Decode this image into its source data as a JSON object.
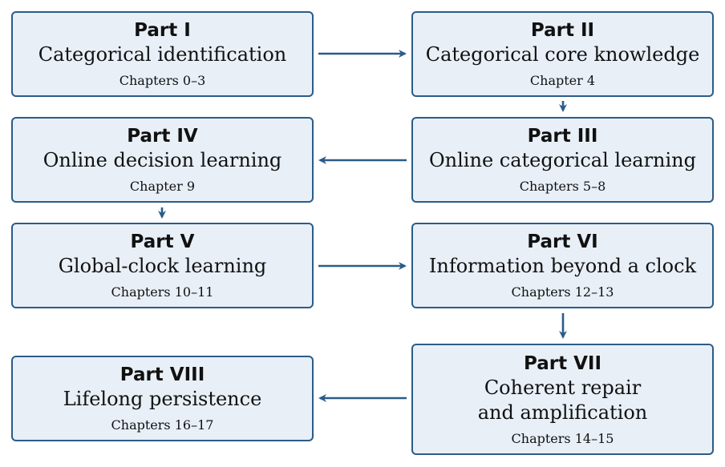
{
  "colors": {
    "box_fill": "#e8eff7",
    "box_border": "#2b5c87",
    "arrow": "#2b5c87"
  },
  "parts": [
    {
      "title": "Part I",
      "desc_lines": [
        "Categorical identification"
      ],
      "chapters": "Chapters 0–3"
    },
    {
      "title": "Part II",
      "desc_lines": [
        "Categorical core knowledge"
      ],
      "chapters": "Chapter 4"
    },
    {
      "title": "Part III",
      "desc_lines": [
        "Online categorical learning"
      ],
      "chapters": "Chapters 5–8"
    },
    {
      "title": "Part IV",
      "desc_lines": [
        "Online decision learning"
      ],
      "chapters": "Chapter 9"
    },
    {
      "title": "Part V",
      "desc_lines": [
        "Global-clock learning"
      ],
      "chapters": "Chapters 10–11"
    },
    {
      "title": "Part VI",
      "desc_lines": [
        "Information beyond a clock"
      ],
      "chapters": "Chapters 12–13"
    },
    {
      "title": "Part VII",
      "desc_lines": [
        "Coherent repair",
        "and amplification"
      ],
      "chapters": "Chapters 14–15"
    },
    {
      "title": "Part VIII",
      "desc_lines": [
        "Lifelong persistence"
      ],
      "chapters": "Chapters 16–17"
    }
  ],
  "flow": [
    {
      "from": "Part I",
      "to": "Part II"
    },
    {
      "from": "Part II",
      "to": "Part III"
    },
    {
      "from": "Part III",
      "to": "Part IV"
    },
    {
      "from": "Part IV",
      "to": "Part V"
    },
    {
      "from": "Part V",
      "to": "Part VI"
    },
    {
      "from": "Part VI",
      "to": "Part VII"
    },
    {
      "from": "Part VII",
      "to": "Part VIII"
    }
  ]
}
